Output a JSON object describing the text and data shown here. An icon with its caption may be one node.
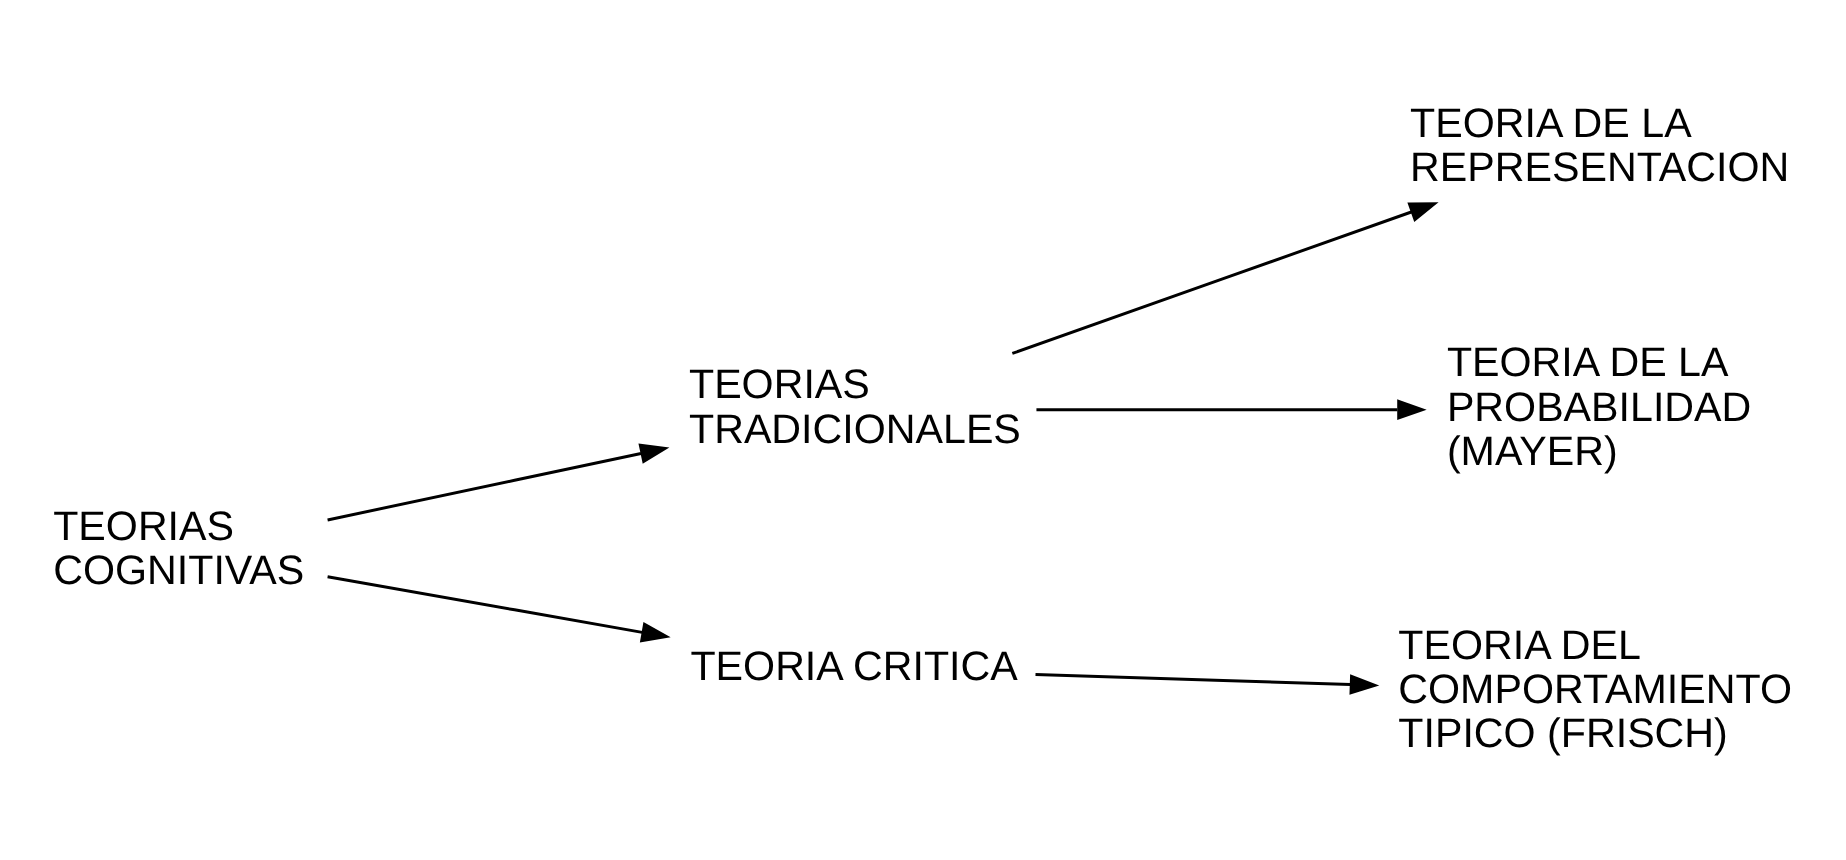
{
  "diagram": {
    "nodes": [
      {
        "text": [
          "TEORIAS COGNITIVAS"
        ]
      },
      {
        "text": [
          "TEORIAS TRADICIONALES"
        ]
      },
      {
        "text": [
          "TEORIA CRITICA"
        ]
      },
      {
        "text": [
          "TEORIA DE LA REPRESENTACION"
        ]
      },
      {
        "text": [
          "TEORIA DE LA PROBABILIDAD (MAYER)"
        ]
      },
      {
        "text": [
          "TEORIA DEL COMPORTAMIENTO TIPICO (FRISCH)"
        ]
      }
    ],
    "edges": [
      {
        "from": 0,
        "to": 1,
        "arrow": "to"
      },
      {
        "from": 0,
        "to": 2,
        "arrow": "to"
      },
      {
        "from": 1,
        "to": 3,
        "arrow": "to"
      },
      {
        "from": 1,
        "to": 4,
        "arrow": "to"
      },
      {
        "from": 2,
        "to": 5,
        "arrow": "to"
      }
    ]
  }
}
